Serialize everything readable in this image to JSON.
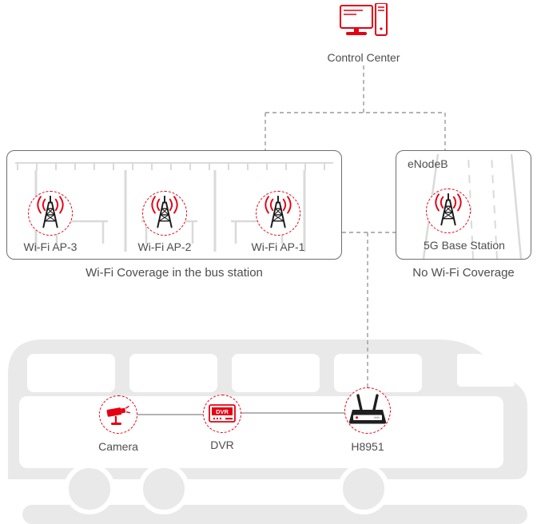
{
  "colors": {
    "accent_red": "#e60012",
    "line_gray": "#9a9a9a",
    "text_gray": "#4d4d4d",
    "bus_gray": "#e9e9e9"
  },
  "control_center": {
    "label": "Control Center"
  },
  "wifi_box": {
    "aps": [
      {
        "label": "Wi-Fi AP-3"
      },
      {
        "label": "Wi-Fi AP-2"
      },
      {
        "label": "Wi-Fi AP-1"
      }
    ],
    "caption": "Wi-Fi Coverage in the bus station"
  },
  "enodeb_box": {
    "title": "eNodeB",
    "label": "5G Base Station",
    "caption": "No Wi-Fi Coverage"
  },
  "bus": {
    "devices": [
      {
        "label": "Camera"
      },
      {
        "label": "DVR"
      },
      {
        "label": "H8951"
      }
    ],
    "dvr_icon_text": "DVR"
  }
}
